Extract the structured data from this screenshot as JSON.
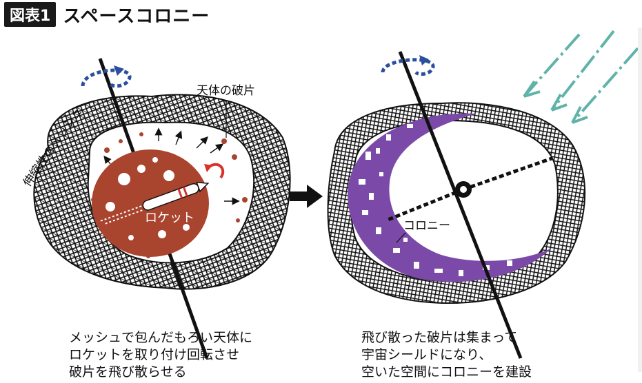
{
  "header": {
    "tag": "図表1",
    "title": "スペースコロニー"
  },
  "left": {
    "label_mesh": "伸縮性のメッシュ",
    "label_fragments": "天体の破片",
    "label_rocket": "ロケット",
    "caption": [
      "メッシュで包んだもろい天体に",
      "ロケットを取り付け回転させ",
      "破片を飛び散らせる"
    ]
  },
  "right": {
    "label_colony": "コロニー",
    "caption": [
      "飛び散った破片は集まって",
      "宇宙シールドになり、",
      "空いた空間にコロニーを建設"
    ]
  },
  "colors": {
    "rotation_arrow": "#2b4fa0",
    "rock": "#a9442e",
    "colony": "#7b4aa8",
    "solar_rays": "#5fb3a8",
    "rocket_spin": "#d8322a"
  },
  "icons": [
    "rotation-arrow-icon",
    "rocket-icon",
    "right-arrow-icon",
    "solar-ray-icon"
  ]
}
